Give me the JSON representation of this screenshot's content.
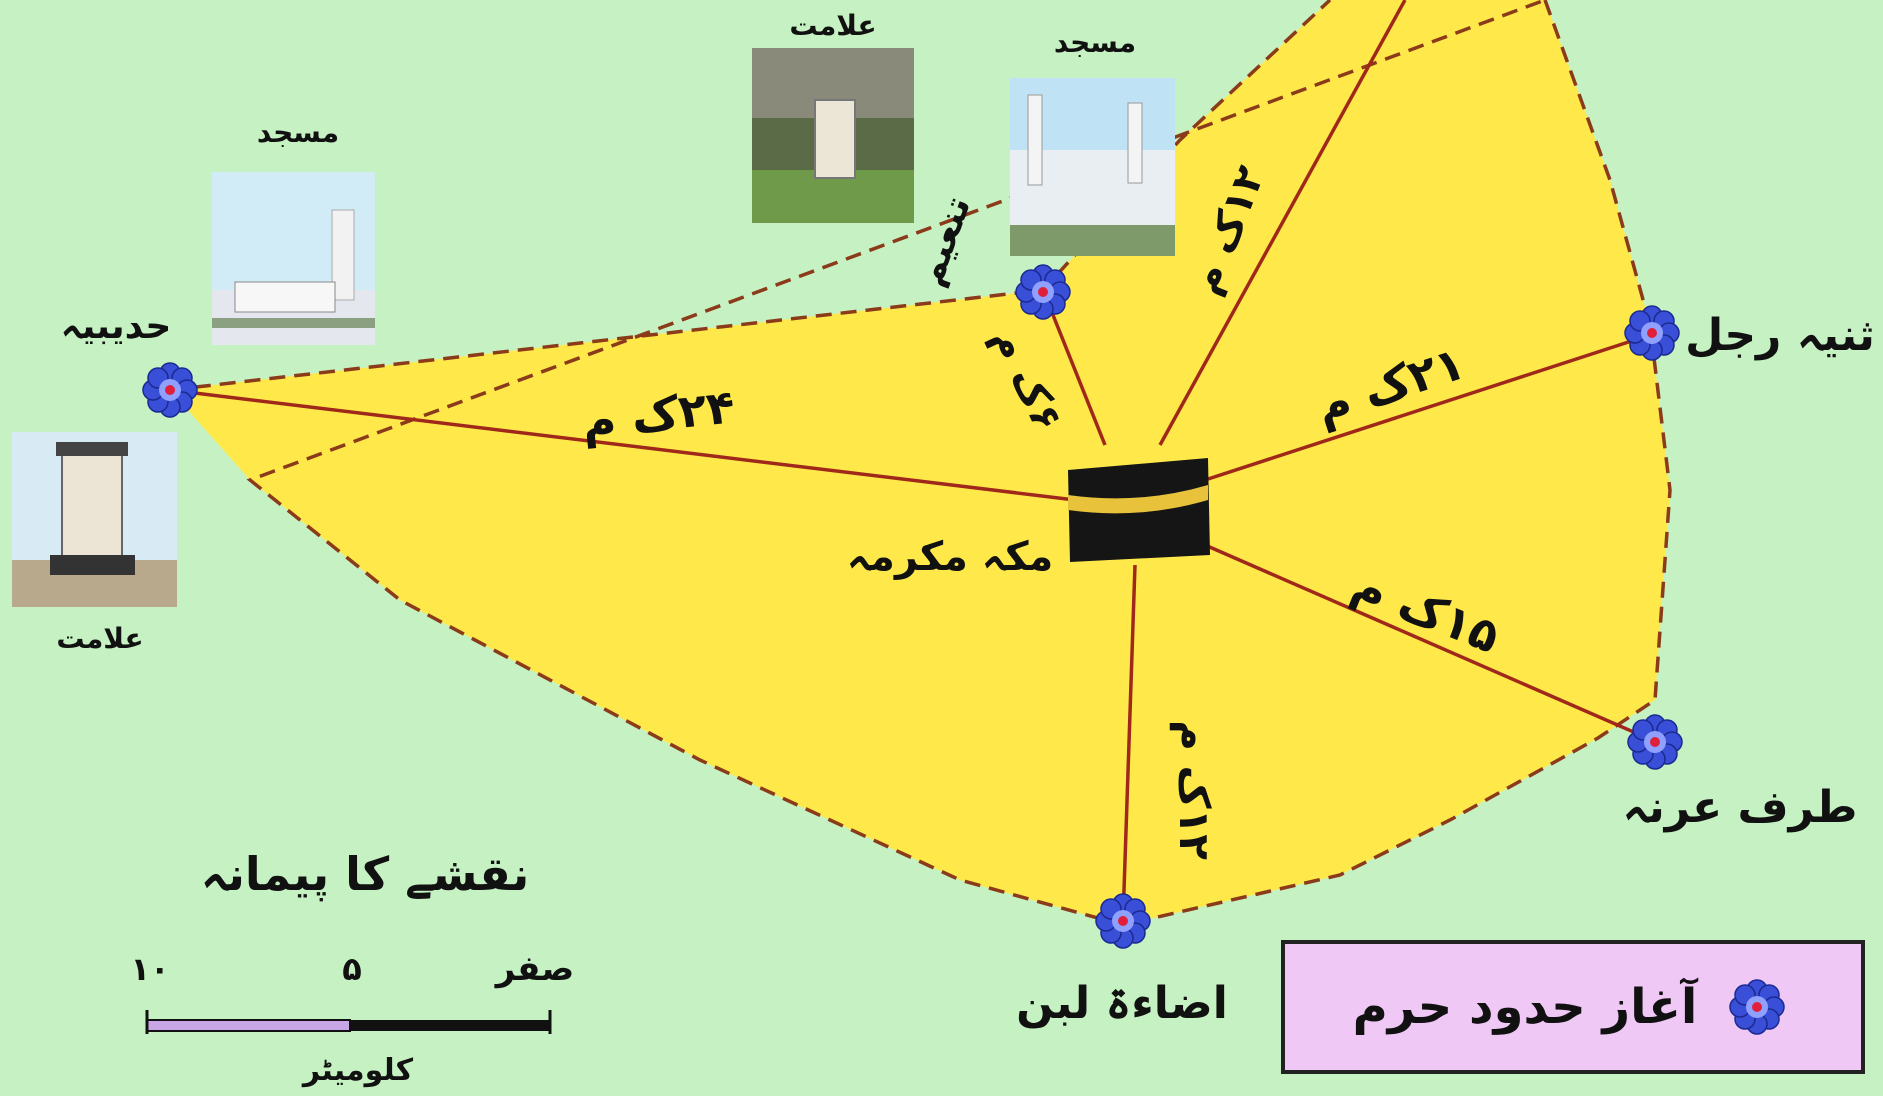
{
  "places": {
    "makkah": "مکہ مکرمہ",
    "hudaybiyyah": "حدیبیہ",
    "taneem": "تنعیم",
    "thaniya_rajal": "ثنیہ رجل",
    "taraf_urana": "طرف عرنہ",
    "adaat_laban": "اضاءۃ لبن"
  },
  "distances": {
    "hudaybiyyah": "۲۴ک م",
    "taneem": "۶ک م",
    "north": "۱۲ک م",
    "thaniya_rajal": "۲۱ک م",
    "taraf_urana": "۱۵ک م",
    "adaat_laban": "۱۲ک م"
  },
  "photo_captions": {
    "hudaybiyyah_mosque": "مسجد",
    "hudaybiyyah_marker": "علامت",
    "taneem_marker": "علامت",
    "taneem_mosque": "مسجد"
  },
  "scale": {
    "title": "نقشے کا پیمانہ",
    "zero": "صفر",
    "five": "۵",
    "ten": "۱۰",
    "unit": "کلومیٹر"
  },
  "legend": {
    "label": "آغاز حدود حرم",
    "icon": "flower-icon"
  },
  "colors": {
    "background": "#c6f2c3",
    "haram_area": "#ffe94a",
    "boundary": "#8b3a1a",
    "radial_line": "#a0281a",
    "flower": "#3a4fd8",
    "legend_bg": "#f0c8f5"
  }
}
